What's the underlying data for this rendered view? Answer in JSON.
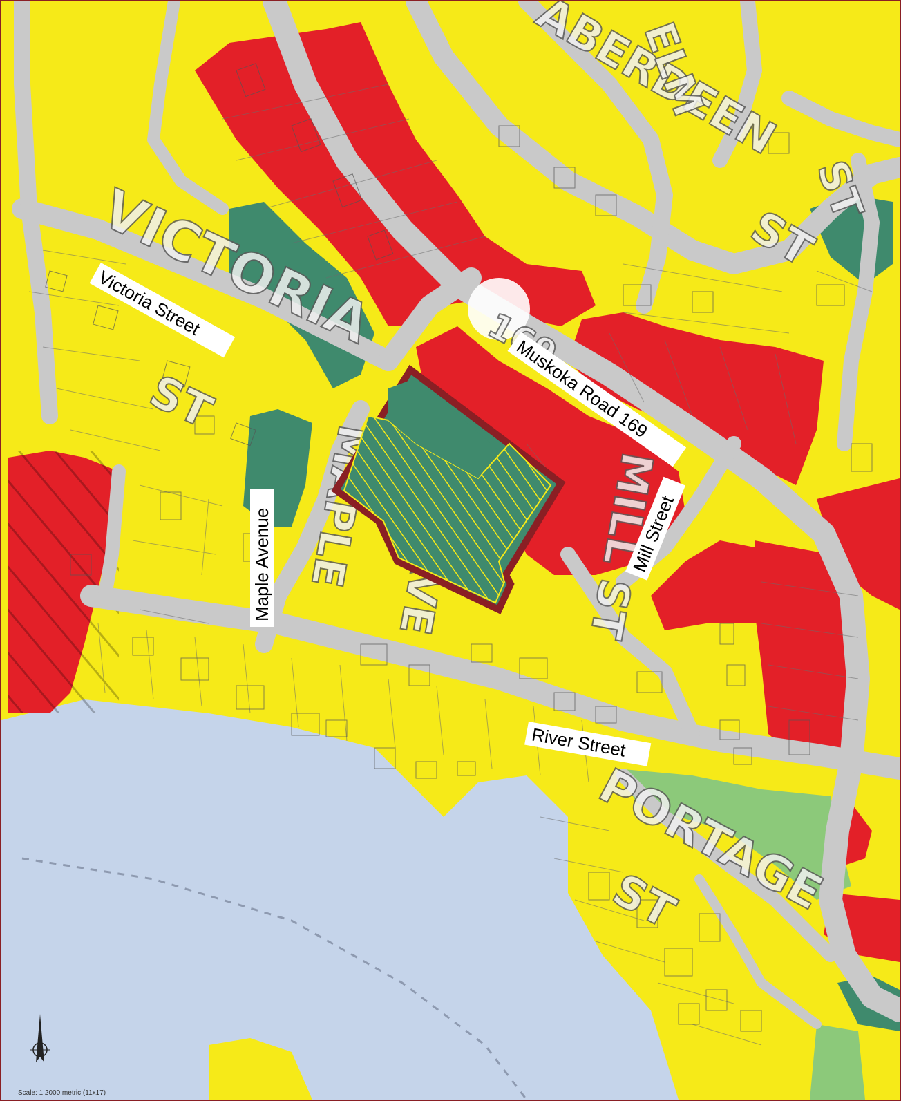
{
  "map": {
    "streets": {
      "victoria": "Victoria Street",
      "maple": "Maple Avenue",
      "muskoka": "Muskoka Road 169",
      "mill": "Mill Street",
      "river": "River Street"
    },
    "basemap_labels": {
      "victoria_st": "VICTORIA",
      "victoria_st2": "ST",
      "aberdeen_st": "ABERDEEN",
      "aberdeen_st2": "ST",
      "elm_st": "ELM",
      "elm_st2": "ST",
      "mill_st": "MILL ST",
      "maple_ave": "MAPLE",
      "maple_ave2": "AVE",
      "portage_st": "PORTAGE",
      "portage_st2": "ST",
      "highway_shield": "169"
    },
    "scale": "Scale: 1:2000 metric (11x17)",
    "north_arrow": "N",
    "colors": {
      "residential": "#f6ea18",
      "commercial": "#e32028",
      "open_space": "#3f8a6d",
      "park_light": "#8cc97a",
      "water": "#c5d4ea",
      "road": "#c9c9c9",
      "subject_outline": "#8a1f24",
      "hatch": "#f6ea18"
    }
  }
}
